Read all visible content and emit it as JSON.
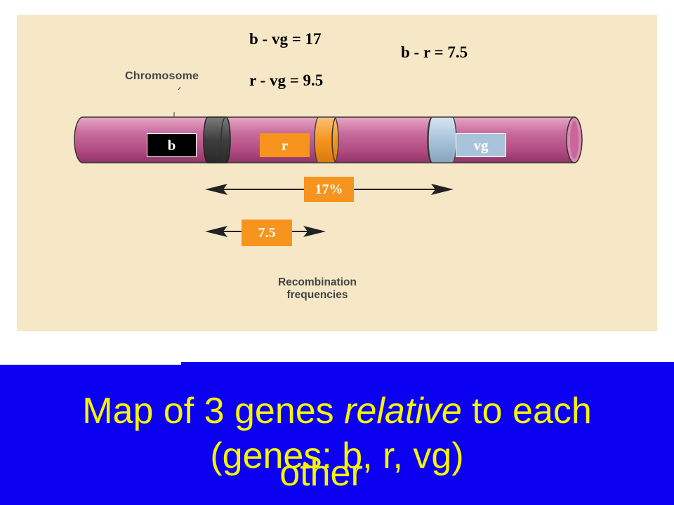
{
  "equations": {
    "b_vg": "b - vg = 17",
    "r_vg": "r - vg = 9.5",
    "b_r": "b - r = 7.5"
  },
  "labels": {
    "chromosome": "Chromosome",
    "recombination_line1": "Recombination",
    "recombination_line2": "frequencies"
  },
  "genes": {
    "b": "b",
    "r": "r",
    "vg": "vg"
  },
  "frequencies": {
    "b_vg": "17%",
    "b_r": "7.5"
  },
  "title": {
    "part1": "Map of 3 genes ",
    "relative": "relative",
    "part2": " to each",
    "line2": "(genes: b, r, vg)",
    "line3": "other"
  },
  "colors": {
    "panel": "#f6e8c7",
    "chromosome": "#c05a8c",
    "band_dark": "#4a4a4a",
    "band_orange": "#f7941d",
    "band_blue": "#a9c4da",
    "blue_band": "#0b00f2",
    "title_text": "#f5f500"
  }
}
